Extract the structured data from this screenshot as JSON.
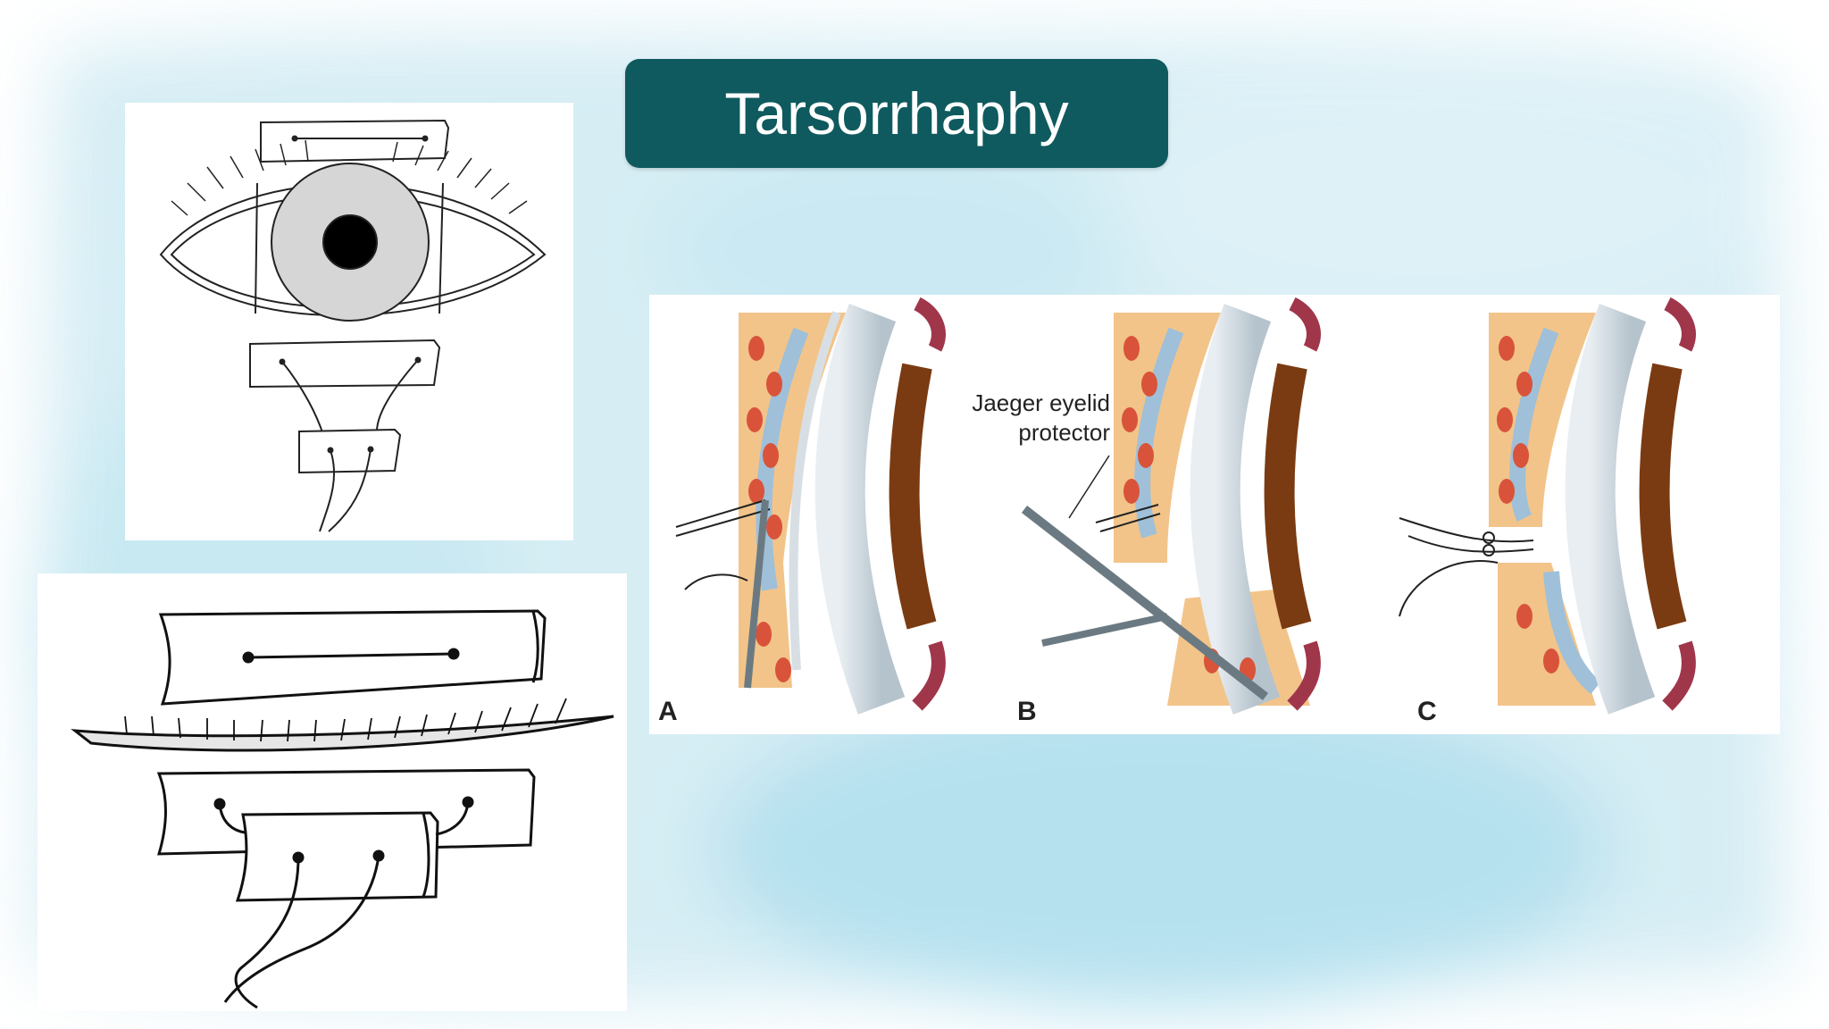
{
  "slide": {
    "title": "Tarsorrhaphy"
  },
  "figure_right": {
    "panels": [
      "A",
      "B",
      "C"
    ],
    "callout_line1": "Jaeger eyelid",
    "callout_line2": "protector"
  },
  "colors": {
    "title_bg": "#0f5a5e",
    "title_text": "#ffffff",
    "watercolor": "#b9e2ee",
    "tissue_orange": "#f2c48a",
    "tissue_red": "#d9533b",
    "cornea_brown": "#7a3b12",
    "tarsus_blue": "#9fc0d8"
  },
  "icons": [
    "eye-drawing",
    "bolster-drawing",
    "cross-section-drawing"
  ]
}
